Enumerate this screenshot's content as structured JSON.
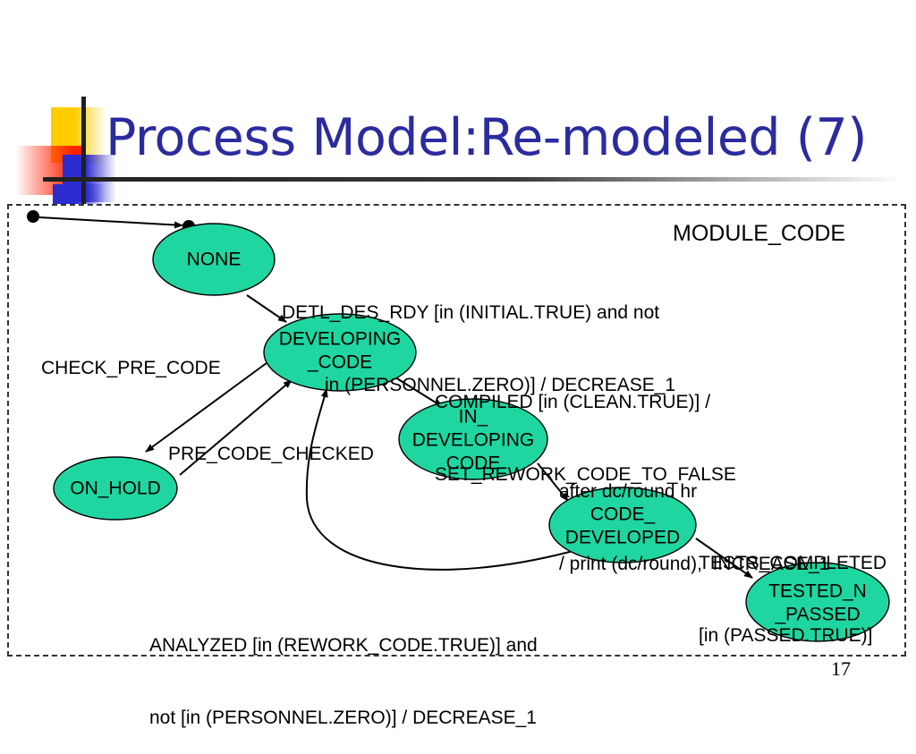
{
  "slide": {
    "title": "Process Model:Re-modeled (7)",
    "page_number": "17",
    "title_color": "#2B2BA0"
  },
  "logo": {
    "yellow": "#FFCC00",
    "red": "#FF2200",
    "blue": "#2B2BD0",
    "line": "#202020"
  },
  "diagram": {
    "region_label": "MODULE_CODE",
    "node_fill": "#1FD6A0",
    "node_stroke": "#000000",
    "nodes": [
      {
        "id": "none",
        "label_lines": [
          "NONE"
        ]
      },
      {
        "id": "developing",
        "label_lines": [
          "DEVELOPING",
          "_CODE"
        ]
      },
      {
        "id": "on_hold",
        "label_lines": [
          "ON_HOLD"
        ]
      },
      {
        "id": "in_dev",
        "label_lines": [
          "IN_",
          "DEVELOPING",
          "CODE"
        ]
      },
      {
        "id": "code_dev",
        "label_lines": [
          "CODE_",
          "DEVELOPED"
        ]
      },
      {
        "id": "tested",
        "label_lines": [
          "TESTED_N",
          "_PASSED"
        ]
      }
    ],
    "transitions": {
      "detl_des_rdy": {
        "line1": "DETL_DES_RDY [in (INITIAL.TRUE) and not",
        "line2": "in (PERSONNEL.ZERO)] / DECREASE_1"
      },
      "check_pre_code": "CHECK_PRE_CODE",
      "pre_code_checked": "PRE_CODE_CHECKED",
      "compiled": {
        "line1": "COMPILED [in (CLEAN.TRUE)] /",
        "line2": "SET_REWORK_CODE_TO_FALSE"
      },
      "after_dc": {
        "line1": "after dc/round hr",
        "line2": "/ print (dc/round),  INCREASE_1"
      },
      "tests_completed": {
        "line1": "TESTS_COMPLETED",
        "line2": "[in (PASSED.TRUE)]"
      },
      "analyzed": {
        "line1": "ANALYZED [in (REWORK_CODE.TRUE)] and",
        "line2": "not [in (PERSONNEL.ZERO)] / DECREASE_1"
      }
    }
  }
}
